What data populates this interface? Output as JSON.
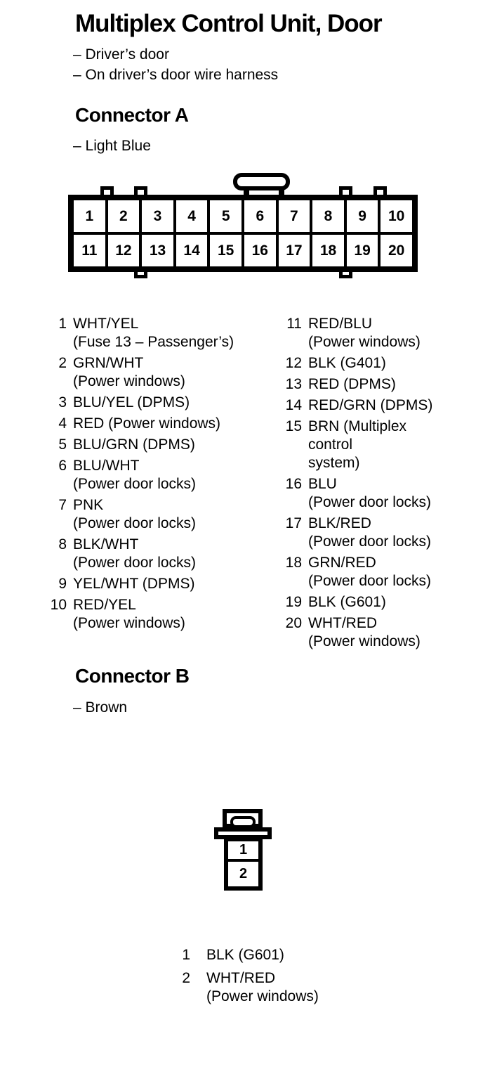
{
  "title": "Multiplex Control Unit, Door",
  "title_notes": [
    "– Driver’s door",
    "– On driver’s door wire harness"
  ],
  "ink_color": "#000000",
  "paper_color": "#ffffff",
  "connector_a": {
    "heading": "Connector A",
    "color_note": "– Light Blue",
    "diagram": {
      "rows": 2,
      "cols": 10,
      "top_row": [
        "1",
        "2",
        "3",
        "4",
        "5",
        "6",
        "7",
        "8",
        "9",
        "10"
      ],
      "bottom_row": [
        "11",
        "12",
        "13",
        "14",
        "15",
        "16",
        "17",
        "18",
        "19",
        "20"
      ]
    },
    "pins_left": [
      {
        "num": "1",
        "lines": [
          "WHT/YEL",
          "(Fuse 13 – Passenger’s)"
        ]
      },
      {
        "num": "2",
        "lines": [
          "GRN/WHT",
          "(Power windows)"
        ]
      },
      {
        "num": "3",
        "lines": [
          "BLU/YEL (DPMS)"
        ]
      },
      {
        "num": "4",
        "lines": [
          "RED (Power windows)"
        ]
      },
      {
        "num": "5",
        "lines": [
          "BLU/GRN (DPMS)"
        ]
      },
      {
        "num": "6",
        "lines": [
          "BLU/WHT",
          "(Power door locks)"
        ]
      },
      {
        "num": "7",
        "lines": [
          "PNK",
          "(Power door locks)"
        ]
      },
      {
        "num": "8",
        "lines": [
          "BLK/WHT",
          "(Power door locks)"
        ]
      },
      {
        "num": "9",
        "lines": [
          "YEL/WHT (DPMS)"
        ]
      },
      {
        "num": "10",
        "lines": [
          "RED/YEL",
          "(Power windows)"
        ]
      }
    ],
    "pins_right": [
      {
        "num": "11",
        "lines": [
          "RED/BLU",
          "(Power windows)"
        ]
      },
      {
        "num": "12",
        "lines": [
          "BLK (G401)"
        ]
      },
      {
        "num": "13",
        "lines": [
          "RED (DPMS)"
        ]
      },
      {
        "num": "14",
        "lines": [
          "RED/GRN (DPMS)"
        ]
      },
      {
        "num": "15",
        "lines": [
          "BRN (Multiplex control",
          "system)"
        ]
      },
      {
        "num": "16",
        "lines": [
          "BLU",
          "(Power door locks)"
        ]
      },
      {
        "num": "17",
        "lines": [
          "BLK/RED",
          "(Power door locks)"
        ]
      },
      {
        "num": "18",
        "lines": [
          "GRN/RED",
          "(Power door locks)"
        ]
      },
      {
        "num": "19",
        "lines": [
          "BLK (G601)"
        ]
      },
      {
        "num": "20",
        "lines": [
          "WHT/RED",
          "(Power windows)"
        ]
      }
    ]
  },
  "connector_b": {
    "heading": "Connector B",
    "color_note": "– Brown",
    "diagram": {
      "rows": 2,
      "cols": 1,
      "cells": [
        "1",
        "2"
      ]
    },
    "pins": [
      {
        "num": "1",
        "lines": [
          "BLK (G601)"
        ]
      },
      {
        "num": "2",
        "lines": [
          "WHT/RED",
          "(Power windows)"
        ]
      }
    ]
  }
}
